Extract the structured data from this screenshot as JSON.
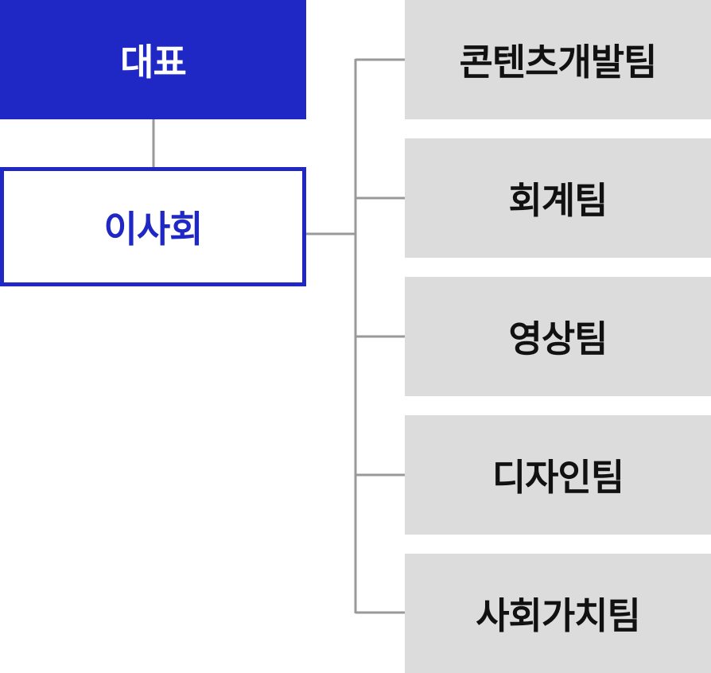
{
  "org_chart": {
    "ceo": {
      "label": "대표"
    },
    "board": {
      "label": "이사회"
    },
    "teams": [
      {
        "label": "콘텐츠개발팀"
      },
      {
        "label": "회계팀"
      },
      {
        "label": "영상팀"
      },
      {
        "label": "디자인팀"
      },
      {
        "label": "사회가치팀"
      }
    ]
  },
  "colors": {
    "primary": "#1f28c4",
    "team_bg": "#dcdcdc",
    "connector": "#999999",
    "team_text": "#111111"
  }
}
